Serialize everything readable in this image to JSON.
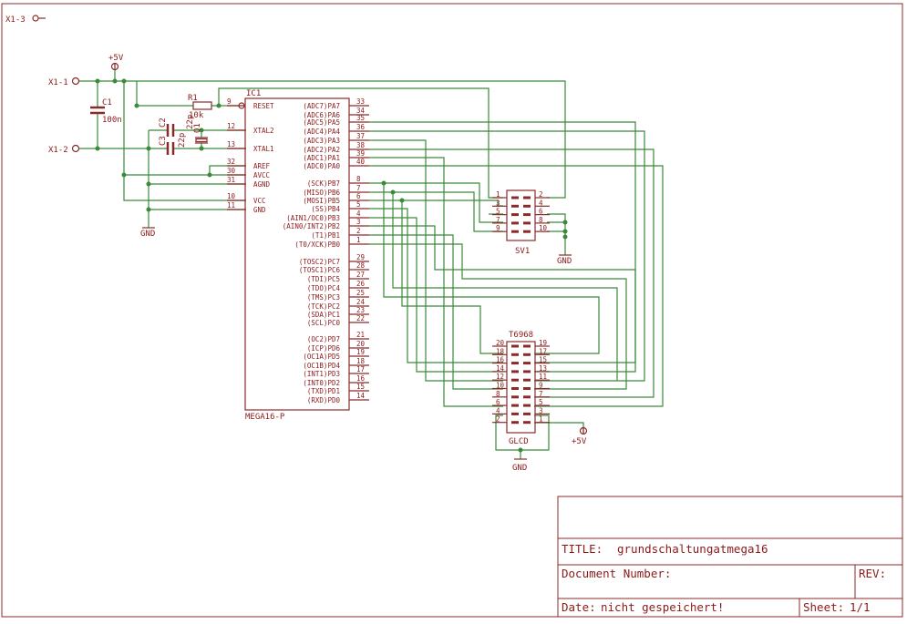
{
  "frame": {
    "corner_label": "X1-3"
  },
  "connectors": {
    "x1_1": "X1-1",
    "x1_2": "X1-2"
  },
  "supply": {
    "plus5v": "+5V",
    "gnd": "GND"
  },
  "parts": {
    "c1": {
      "name": "C1",
      "value": "100n"
    },
    "c2": {
      "name": "C2",
      "value": "22p"
    },
    "c3": {
      "name": "C3",
      "value": "22p"
    },
    "r1": {
      "name": "R1",
      "value": "10k"
    },
    "q1": {
      "name": "Q1"
    }
  },
  "ic": {
    "name": "IC1",
    "value": "MEGA16-P",
    "left_pins": [
      {
        "num": "9",
        "label": "RESET"
      },
      {
        "num": "12",
        "label": "XTAL2"
      },
      {
        "num": "13",
        "label": "XTAL1"
      },
      {
        "num": "32",
        "label": "AREF"
      },
      {
        "num": "30",
        "label": "AVCC"
      },
      {
        "num": "31",
        "label": "AGND"
      },
      {
        "num": "10",
        "label": "VCC"
      },
      {
        "num": "11",
        "label": "GND"
      }
    ],
    "right_pins": [
      {
        "num": "33",
        "label": "(ADC7)PA7"
      },
      {
        "num": "34",
        "label": "(ADC6)PA6"
      },
      {
        "num": "35",
        "label": "(ADC5)PA5"
      },
      {
        "num": "36",
        "label": "(ADC4)PA4"
      },
      {
        "num": "37",
        "label": "(ADC3)PA3"
      },
      {
        "num": "38",
        "label": "(ADC2)PA2"
      },
      {
        "num": "39",
        "label": "(ADC1)PA1"
      },
      {
        "num": "40",
        "label": "(ADC0)PA0"
      },
      {
        "num": "8",
        "label": "(SCK)PB7"
      },
      {
        "num": "7",
        "label": "(MISO)PB6"
      },
      {
        "num": "6",
        "label": "(MOSI)PB5"
      },
      {
        "num": "5",
        "label": "(SS)PB4"
      },
      {
        "num": "4",
        "label": "(AIN1/OC0)PB3"
      },
      {
        "num": "3",
        "label": "(AIN0/INT2)PB2"
      },
      {
        "num": "2",
        "label": "(T1)PB1"
      },
      {
        "num": "1",
        "label": "(T0/XCK)PB0"
      },
      {
        "num": "29",
        "label": "(TOSC2)PC7"
      },
      {
        "num": "28",
        "label": "(TOSC1)PC6"
      },
      {
        "num": "27",
        "label": "(TDI)PC5"
      },
      {
        "num": "26",
        "label": "(TDO)PC4"
      },
      {
        "num": "25",
        "label": "(TMS)PC3"
      },
      {
        "num": "24",
        "label": "(TCK)PC2"
      },
      {
        "num": "23",
        "label": "(SDA)PC1"
      },
      {
        "num": "22",
        "label": "(SCL)PC0"
      },
      {
        "num": "21",
        "label": "(OC2)PD7"
      },
      {
        "num": "20",
        "label": "(ICP)PD6"
      },
      {
        "num": "19",
        "label": "(OC1A)PD5"
      },
      {
        "num": "18",
        "label": "(OC1B)PD4"
      },
      {
        "num": "17",
        "label": "(INT1)PD3"
      },
      {
        "num": "16",
        "label": "(INT0)PD2"
      },
      {
        "num": "15",
        "label": "(TXD)PD1"
      },
      {
        "num": "14",
        "label": "(RXD)PD0"
      }
    ]
  },
  "sv1": {
    "name": "SV1",
    "left_nums": [
      "1",
      "3",
      "5",
      "7",
      "9"
    ],
    "right_nums": [
      "2",
      "4",
      "6",
      "8",
      "10"
    ]
  },
  "glcd": {
    "name": "GLCD",
    "value": "T6968",
    "left_nums": [
      "20",
      "18",
      "16",
      "14",
      "12",
      "10",
      "8",
      "6",
      "4",
      "2"
    ],
    "right_nums": [
      "19",
      "17",
      "15",
      "13",
      "11",
      "9",
      "7",
      "5",
      "3",
      "1"
    ]
  },
  "title_block": {
    "title_label": "TITLE:",
    "title_value": "grundschaltungatmega16",
    "doc_number_label": "Document Number:",
    "rev_label": "REV:",
    "date_label": "Date:",
    "date_value": "nicht gespeichert!",
    "sheet_label": "Sheet:",
    "sheet_value": "1/1"
  }
}
